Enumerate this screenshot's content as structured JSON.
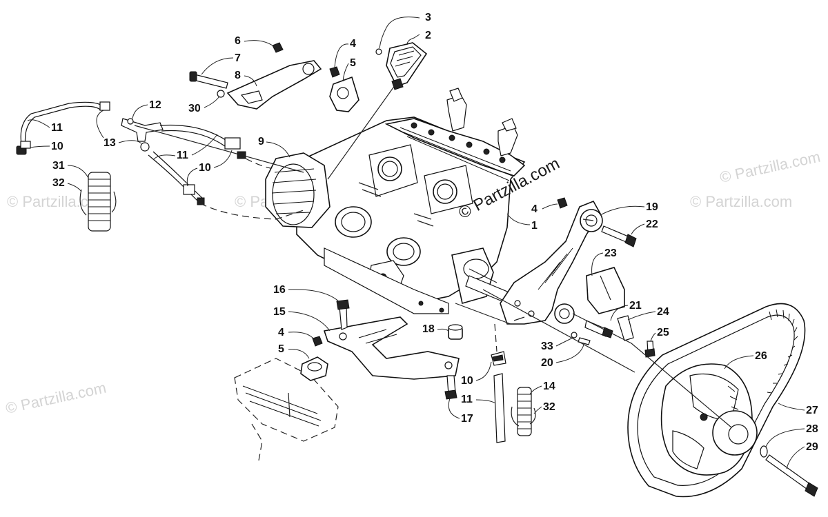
{
  "watermarks": {
    "main": "© Partzilla.com",
    "faint": "© Partzilla.com"
  },
  "callouts": {
    "c1": "1",
    "c2": "2",
    "c3": "3",
    "c4a": "4",
    "c5a": "5",
    "c6": "6",
    "c7": "7",
    "c8": "8",
    "c9": "9",
    "c10a": "10",
    "c10b": "10",
    "c10c": "10",
    "c11a": "11",
    "c11b": "11",
    "c11c": "11",
    "c12": "12",
    "c13": "13",
    "c14": "14",
    "c4b": "4",
    "c4c": "4",
    "c5b": "5",
    "c15": "15",
    "c16": "16",
    "c17": "17",
    "c18": "18",
    "c19": "19",
    "c20": "20",
    "c21": "21",
    "c22": "22",
    "c23": "23",
    "c24": "24",
    "c25": "25",
    "c26": "26",
    "c27": "27",
    "c28": "28",
    "c29": "29",
    "c30": "30",
    "c31": "31",
    "c32a": "32",
    "c32b": "32",
    "c33": "33"
  },
  "colors": {
    "line": "#222222",
    "watermark": "#d4d4d4",
    "background": "#ffffff"
  }
}
